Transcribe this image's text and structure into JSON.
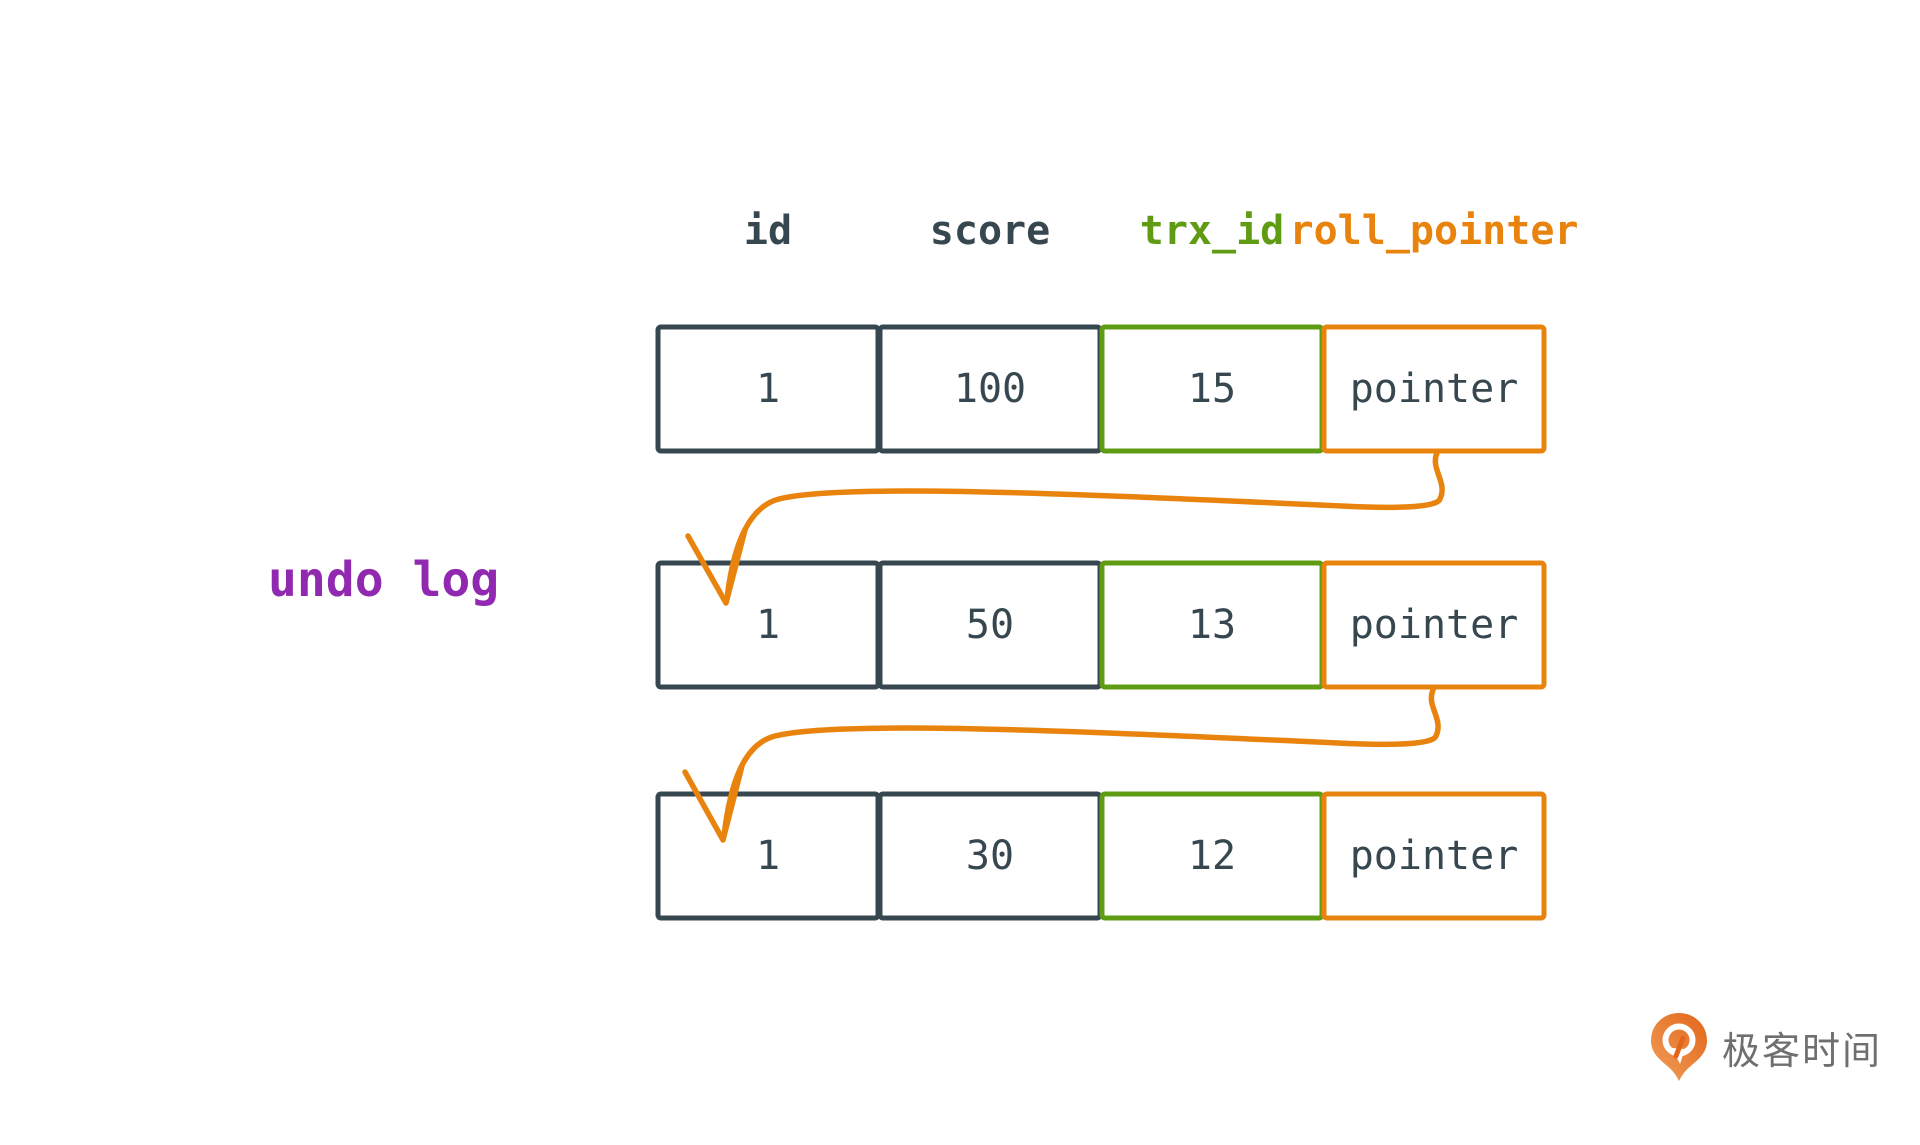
{
  "diagram": {
    "label": "undo log",
    "headers": [
      {
        "label": "id",
        "color": "#37474f"
      },
      {
        "label": "score",
        "color": "#37474f"
      },
      {
        "label": "trx_id",
        "color": "#5f9c13"
      },
      {
        "label": "roll_pointer",
        "color": "#e8830e"
      }
    ],
    "rows": [
      {
        "cells": [
          {
            "value": "1"
          },
          {
            "value": "100"
          },
          {
            "value": "15"
          },
          {
            "value": "pointer"
          }
        ]
      },
      {
        "cells": [
          {
            "value": "1"
          },
          {
            "value": "50"
          },
          {
            "value": "13"
          },
          {
            "value": "pointer"
          }
        ]
      },
      {
        "cells": [
          {
            "value": "1"
          },
          {
            "value": "30"
          },
          {
            "value": "12"
          },
          {
            "value": "pointer"
          }
        ]
      }
    ],
    "arrows": [
      {
        "from": "row-1-roll-pointer",
        "to": "row-2"
      },
      {
        "from": "row-2-roll-pointer",
        "to": "row-3"
      }
    ]
  },
  "colors": {
    "box_dark": "#37474f",
    "box_green": "#5f9c13",
    "box_orange": "#e8830e",
    "label_purple": "#9128b0",
    "logo_gray": "#6f6f6f",
    "background": "#ffffff"
  },
  "branding": {
    "logo_text": "极客时间"
  }
}
